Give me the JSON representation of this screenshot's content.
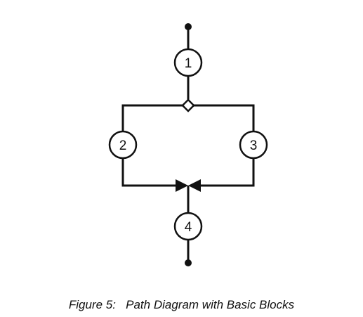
{
  "nodes": [
    {
      "id": "1",
      "label": "1"
    },
    {
      "id": "2",
      "label": "2"
    },
    {
      "id": "3",
      "label": "3"
    },
    {
      "id": "4",
      "label": "4"
    }
  ],
  "caption": "Figure 5:   Path Diagram with Basic Blocks",
  "colors": {
    "stroke": "#111111",
    "background": "#ffffff"
  }
}
